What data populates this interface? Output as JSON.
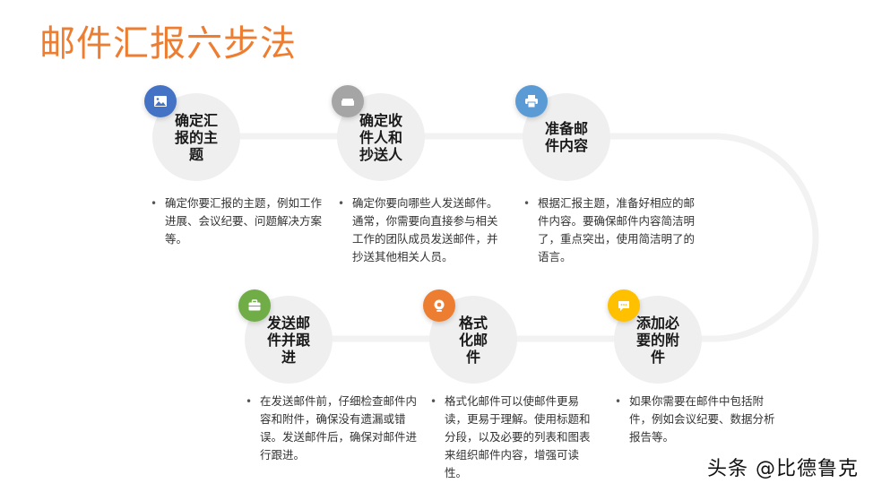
{
  "title": "邮件汇报六步法",
  "colors": {
    "title": "#ED7D31",
    "track": "#F2F2F2",
    "circle": "#EFEFEF",
    "badge_blue": "#4472C4",
    "badge_gray": "#A5A5A5",
    "badge_lightblue": "#5B9BD5",
    "badge_green": "#70AD47",
    "badge_orange": "#ED7D31",
    "badge_yellow": "#FFC000"
  },
  "steps": [
    {
      "label": "确定汇报的主题",
      "icon": "picture-icon",
      "description": "确定你要汇报的主题，例如工作进展、会议纪要、问题解决方案等。"
    },
    {
      "label": "确定收件人和抄送人",
      "icon": "sofa-icon",
      "description": "确定你要向哪些人发送邮件。通常，你需要向直接参与相关工作的团队成员发送邮件，并抄送其他相关人员。"
    },
    {
      "label": "准备邮件内容",
      "icon": "printer-icon",
      "description": "根据汇报主题，准备好相应的邮件内容。要确保邮件内容简洁明了，重点突出，使用简洁明了的语言。"
    },
    {
      "label": "发送邮件并跟进",
      "icon": "briefcase-icon",
      "description": "在发送邮件前，仔细检查邮件内容和附件，确保没有遗漏或错误。发送邮件后，确保对邮件进行跟进。"
    },
    {
      "label": "格式化邮件",
      "icon": "webcam-icon",
      "description": "格式化邮件可以使邮件更易读，更易于理解。使用标题和分段，以及必要的列表和图表来组织邮件内容，增强可读性。"
    },
    {
      "label": "添加必要的附件",
      "icon": "chat-bubble-icon",
      "description": "如果你需要在邮件中包括附件，例如会议纪要、数据分析报告等。"
    }
  ],
  "watermark": "头条 @比德鲁克"
}
